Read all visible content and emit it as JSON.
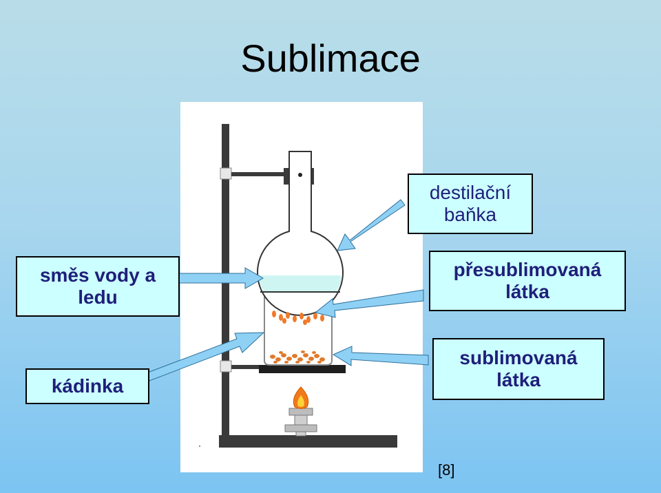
{
  "title": "Sublimace",
  "labels": {
    "flask_line1": "destilační",
    "flask_line2": "baňka",
    "icewater_line1": "směs vody a",
    "icewater_line2": "ledu",
    "resublimed_line1": "přesublimovaná",
    "resublimed_line2": "látka",
    "beaker": "kádinka",
    "sublimated_line1": "sublimovaná",
    "sublimated_line2": "látka"
  },
  "reference": "[8]",
  "colors": {
    "callout_fill": "#ccffff",
    "callout_text": "#1f1f7a",
    "arrow_fill": "#8fd0f5",
    "water": "#cff5f2",
    "crystals": "#e07a2a",
    "stand": "#3a3a3a"
  }
}
